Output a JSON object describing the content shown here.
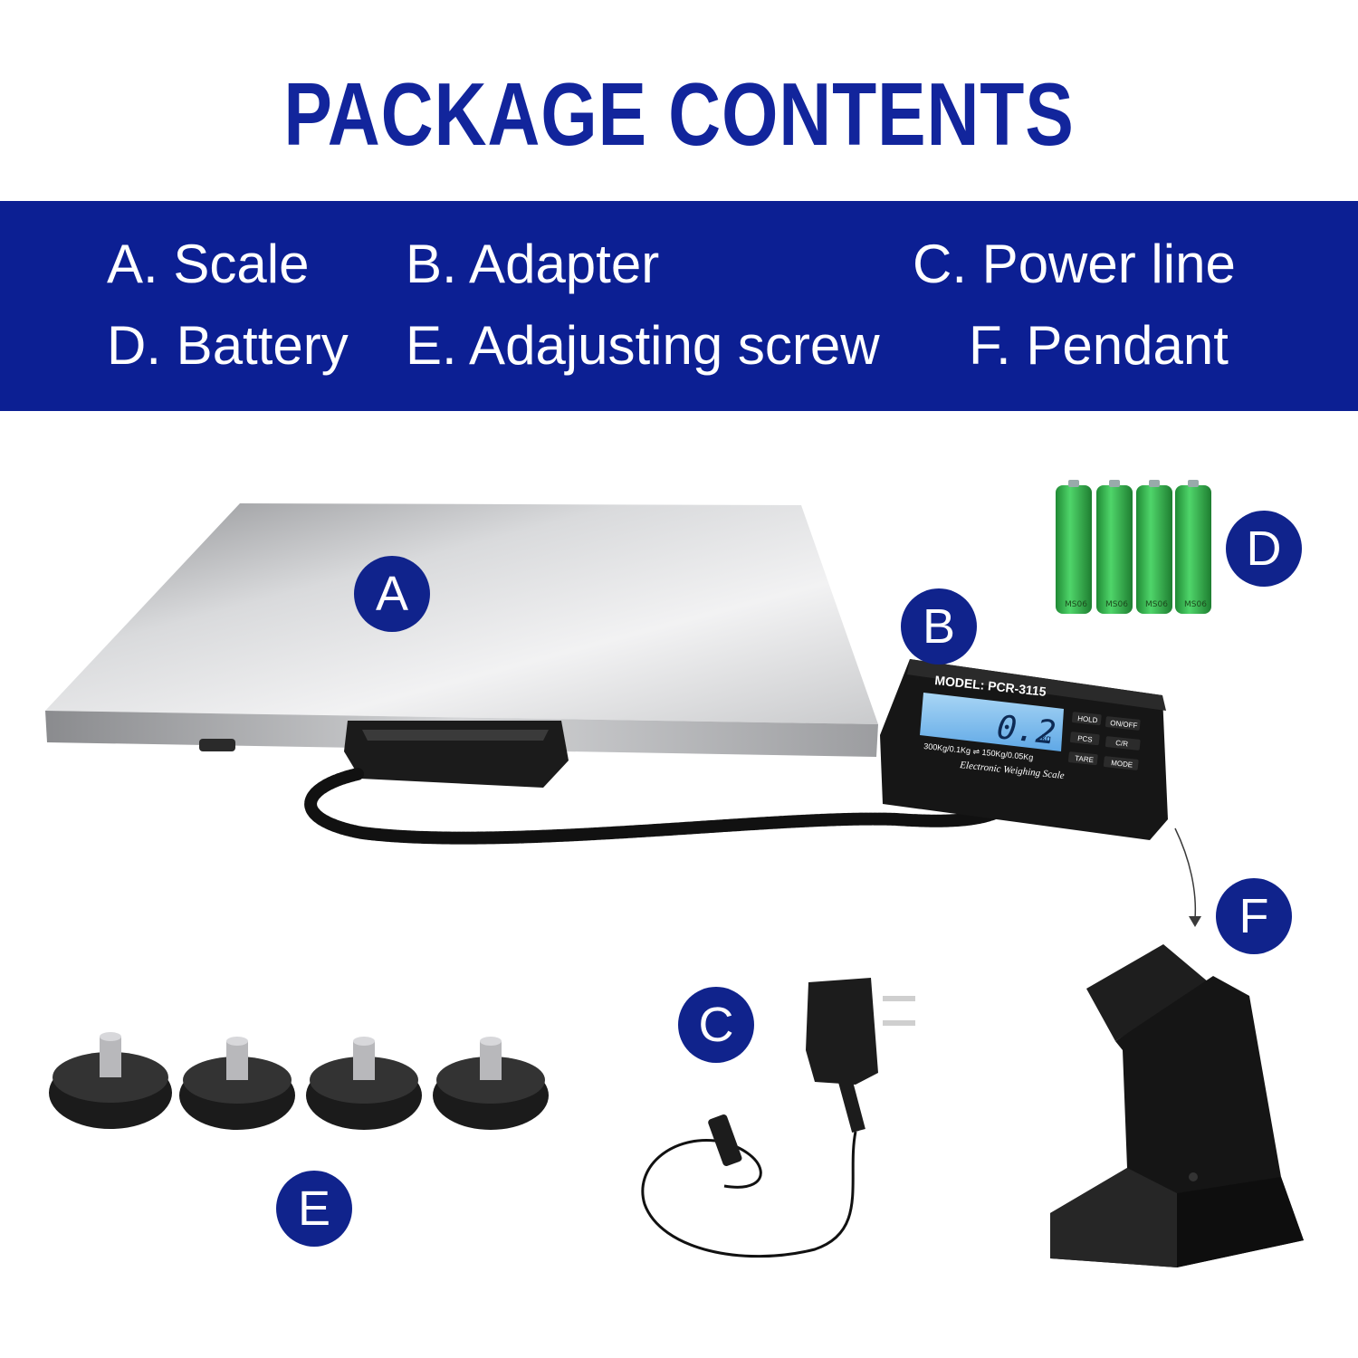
{
  "title": "PACKAGE CONTENTS",
  "contents": [
    {
      "label": "A. Scale"
    },
    {
      "label": "B. Adapter"
    },
    {
      "label": "C. Power line"
    },
    {
      "label": "D. Battery"
    },
    {
      "label": "E. Adajusting screw"
    },
    {
      "label": "F. Pendant"
    }
  ],
  "badges": {
    "a": "A",
    "b": "B",
    "c": "C",
    "d": "D",
    "e": "E",
    "f": "F"
  },
  "pendant_display": {
    "model": "MODEL: PCR-3115",
    "reading": "0.2",
    "unit": "kg",
    "capacity": "300Kg/0.1Kg ⇌ 150Kg/0.05Kg",
    "brand": "Electronic Weighing Scale",
    "buttons": [
      "HOLD",
      "ON/OFF",
      "PCS",
      "C/R",
      "TARE",
      "MODE"
    ]
  },
  "battery_label": "MS06",
  "colors": {
    "title": "#12259c",
    "band": "#0c1f93",
    "badge": "#10238c",
    "battery": "#2fb84a"
  }
}
